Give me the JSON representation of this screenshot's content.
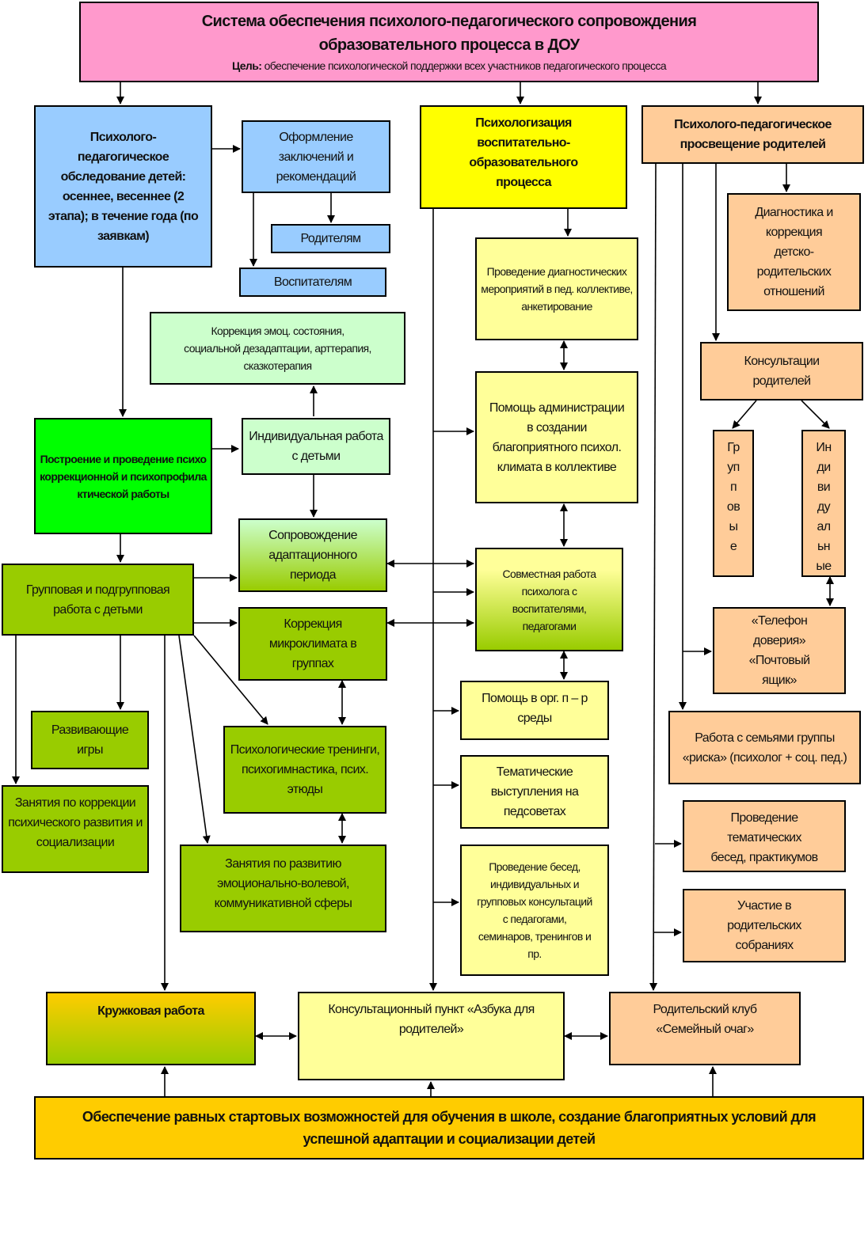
{
  "header": {
    "title_line1": "Система обеспечения психолого-педагогического сопровождения",
    "title_line2": "образовательного процесса в ДОУ",
    "goal_label": "Цель:",
    "goal_text": " обеспечение психологической поддержки всех участников педагогического процесса"
  },
  "left": {
    "survey": "Психолого-педагогическое обследование детей: осеннее, весеннее (2 этапа); в течение года (по заявкам)",
    "conclusions": "Оформление заключений и рекомендаций",
    "to_parents": "Родителям",
    "to_teachers": "Воспитателям",
    "emotional_correction": "Коррекция эмоц. состояния, социальной дезадаптации, арттерапия, сказкотерапия",
    "construction": "Построение и проведение психокоррекционной и психопрофилактической работы",
    "individual_work": "Индивидуальная работа с детьми",
    "adaptation": "Сопровождение адаптационного периода",
    "group_work": "Групповая и подгрупповая работа с детьми",
    "microclimate": "Коррекция микроклимата в группах",
    "developing_games": "Развивающие игры",
    "trainings": "Психологические тренинги, психогимнастика, псих. этюды",
    "correction_classes": "Занятия по коррекции психического развития и социализации",
    "emotional_classes": "Занятия по развитию эмоционально-волевой, коммуникативной сферы"
  },
  "middle": {
    "psychologization": "Психологизация воспитательно-образовательного процесса",
    "diagnostic_events": "Проведение диагностических мероприятий в пед. коллективе, анкетирование",
    "admin_help": "Помощь администрации в создании благоприятного психол. климата в коллективе",
    "joint_work": "Совместная работа психолога с воспитателями, педагогами",
    "environment_help": "Помощь в орг. п – р среды",
    "thematic_speeches": "Тематические выступления на педсоветах",
    "conversations": "Проведение бесед, индивидуальных и групповых консультаций с педагогами, семинаров, тренингов и пр."
  },
  "right": {
    "parent_education": "Психолого-педагогическое просвещение родителей",
    "diagnostics_correction": "Диагностика и коррекция детско-родительских отношений",
    "parent_consultations": "Консультации родителей",
    "group_syllables": [
      "Гр",
      "уп",
      "п",
      "ов",
      "ы",
      "е"
    ],
    "individual_syllables": [
      "Ин",
      "ди",
      "ви",
      "ду",
      "ал",
      "ьн",
      "ые"
    ],
    "hotline": "«Телефон доверия» «Почтовый ящик»",
    "risk_families": "Работа с семьями группы «риска» (психолог + соц. пед.)",
    "thematic_talks": "Проведение тематических бесед, практикумов",
    "parent_meetings": "Участие в родительских собраниях"
  },
  "bottom": {
    "clubs": "Кружковая работа",
    "consult_point": "Консультационный пункт «Азбука для родителей»",
    "parent_club": "Родительский клуб «Семейный очаг»",
    "outcome": "Обеспечение равных стартовых возможностей для обучения в школе, создание благоприятных условий для успешной адаптации и социализации детей"
  }
}
